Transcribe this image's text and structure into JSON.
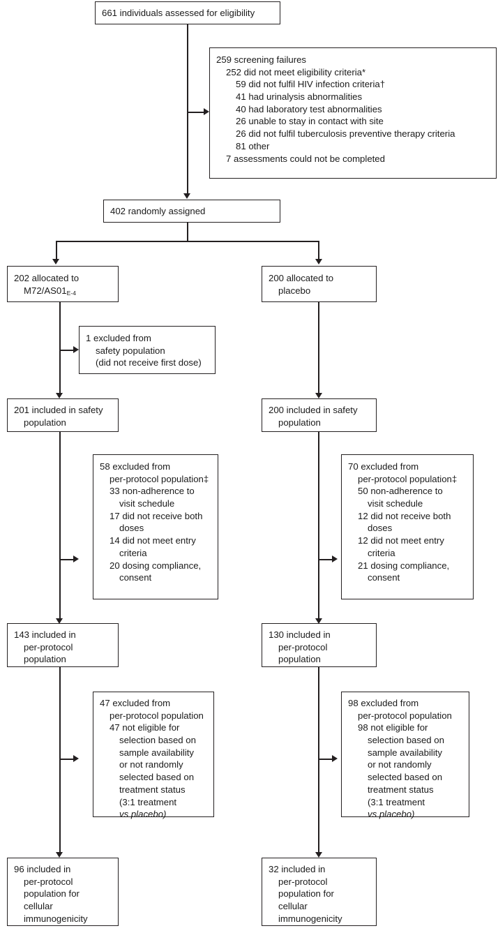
{
  "figure": {
    "type": "flow-diagram",
    "title": "CONSORT participant flow diagram"
  },
  "nodes": {
    "assessed": {
      "lines": [
        "661 individuals assessed for eligibility"
      ]
    },
    "screening_failures": {
      "lines": [
        "259 screening failures",
        "252 did not meet eligibility criteria*",
        "59 did not fulfil HIV infection criteria†",
        "41 had urinalysis abnormalities",
        "40 had laboratory test abnormalities",
        "26 unable to stay in contact with site",
        "26 did not fulfil tuberculosis preventive therapy criteria",
        "81 other",
        "7 assessments could not be completed"
      ]
    },
    "randomised": {
      "lines": [
        "402 randomly assigned"
      ]
    },
    "alloc_vaccine": {
      "line1": "202 allocated to",
      "line2_pre": "M72/AS01",
      "line2_sub": "E-4"
    },
    "alloc_placebo": {
      "lines": [
        "200 allocated to",
        "placebo"
      ]
    },
    "excluded_safety_left": {
      "lines": [
        "1 excluded from",
        "safety population",
        "(did not receive first dose)"
      ]
    },
    "safety_left": {
      "lines": [
        "201 included in safety",
        "population"
      ]
    },
    "safety_right": {
      "lines": [
        "200 included in safety",
        "population"
      ]
    },
    "excluded_pp_left": {
      "lines": [
        "58 excluded from",
        "per-protocol population‡",
        "33 non-adherence to",
        "visit schedule",
        "17 did not receive both",
        "doses",
        "14 did not meet entry",
        "criteria",
        "20 dosing compliance,",
        "consent"
      ]
    },
    "excluded_pp_right": {
      "lines": [
        "70 excluded from",
        "per-protocol population‡",
        "50 non-adherence to",
        "visit schedule",
        "12 did not receive both",
        "doses",
        "12 did not meet entry",
        "criteria",
        "21 dosing compliance,",
        "consent"
      ]
    },
    "pp_left": {
      "lines": [
        "143 included in",
        "per-protocol",
        "population"
      ]
    },
    "pp_right": {
      "lines": [
        "130 included in",
        "per-protocol",
        "population"
      ]
    },
    "excluded_cell_left": {
      "lines": [
        "47 excluded from",
        "per-protocol population",
        "47 not eligible for",
        "selection based on",
        "sample availability",
        "or not randomly",
        "selected based on",
        "treatment status",
        "(3:1 treatment",
        "vs placebo)"
      ]
    },
    "excluded_cell_right": {
      "lines": [
        "98 excluded from",
        "per-protocol population",
        "98 not eligible for",
        "selection based on",
        "sample availability",
        "or not randomly",
        "selected based on",
        "treatment status",
        "(3:1 treatment",
        "vs placebo)"
      ]
    },
    "final_left": {
      "lines": [
        "96 included in",
        "per-protocol",
        "population for",
        "cellular",
        "immunogenicity"
      ]
    },
    "final_right": {
      "lines": [
        "32 included in",
        "per-protocol",
        "population for",
        "cellular",
        "immunogenicity"
      ]
    }
  },
  "colors": {
    "stroke": "#231f20",
    "text": "#1a1a1a",
    "background": "#ffffff"
  }
}
